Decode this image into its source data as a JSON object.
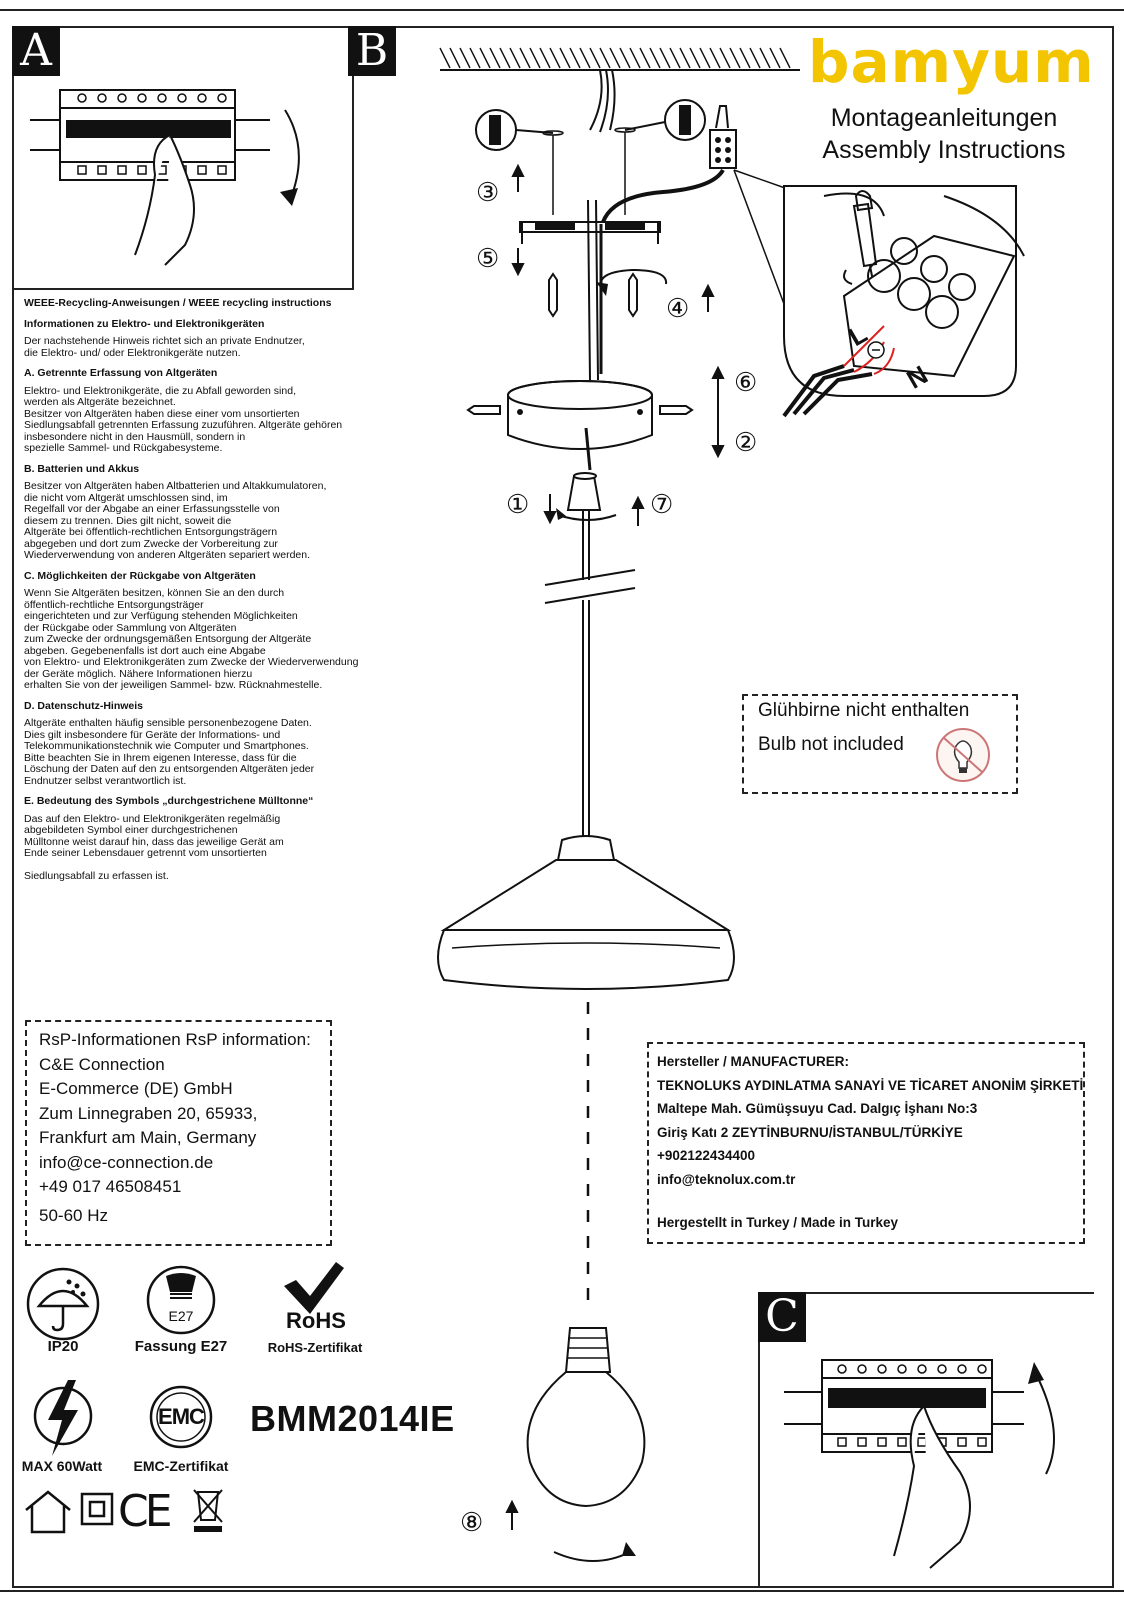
{
  "brand": {
    "logo": "bamyum",
    "subtitle_de": "Montageanleitungen",
    "subtitle_en": "Assembly Instructions",
    "logo_color": "#f2c500"
  },
  "panels": {
    "a": "A",
    "b": "B",
    "c": "C"
  },
  "steps": [
    "①",
    "②",
    "③",
    "④",
    "⑤",
    "⑥",
    "⑦",
    "⑧"
  ],
  "wiring_labels": {
    "live": "L",
    "neutral": "N"
  },
  "weee": {
    "title": "WEEE-Recycling-Anweisungen / WEEE recycling instructions",
    "subtitle": "Informationen zu Elektro- und Elektronikgeräten",
    "intro": "Der nachstehende Hinweis richtet sich an private Endnutzer,\n die Elektro- und/ oder Elektronikgeräte nutzen.",
    "sections": [
      {
        "heading": "A. Getrennte Erfassung von Altgeräten",
        "text": "Elektro- und Elektronikgeräte, die zu Abfall geworden sind,\n werden als Altgeräte bezeichnet.\nBesitzer von Altgeräten haben diese einer vom unsortierten\nSiedlungsabfall getrennten Erfassung zuzuführen. Altgeräte gehören\ninsbesondere nicht in den Hausmüll, sondern in\nspezielle Sammel- und Rückgabesysteme."
      },
      {
        "heading": "B. Batterien und Akkus",
        "text": "Besitzer von Altgeräten haben Altbatterien und Altakkumulatoren,\n die nicht vom Altgerät umschlossen sind, im\nRegelfall vor der Abgabe an einer Erfassungsstelle von\ndiesem zu trennen. Dies gilt nicht, soweit die\nAltgeräte bei öffentlich-rechtlichen Entsorgungsträgern\nabgegeben und dort zum Zwecke der Vorbereitung zur\nWiederverwendung von anderen Altgeräten separiert werden."
      },
      {
        "heading": "C. Möglichkeiten der Rückgabe von Altgeräten",
        "text": "Wenn Sie Altgeräten besitzen, können Sie an den durch\nöffentlich-rechtliche Entsorgungsträger\neingerichteten und zur Verfügung stehenden Möglichkeiten\nder Rückgabe oder Sammlung von Altgeräten\n zum Zwecke der ordnungsgemäßen Entsorgung der Altgeräte\nabgeben. Gegebenenfalls ist dort auch eine Abgabe\n von Elektro- und Elektronikgeräten zum Zwecke der Wiederverwendung\nder Geräte möglich. Nähere Informationen hierzu\nerhalten Sie von der jeweiligen Sammel- bzw. Rücknahmestelle."
      },
      {
        "heading": "D. Datenschutz-Hinweis",
        "text": "Altgeräte enthalten häufig sensible personenbezogene Daten.\nDies gilt insbesondere für Geräte der Informations- und\nTelekommunikationstechnik wie Computer und Smartphones.\n Bitte beachten Sie in Ihrem eigenen Interesse, dass für die\nLöschung der Daten auf den zu entsorgenden Altgeräten jeder\nEndnutzer selbst verantwortlich ist."
      },
      {
        "heading": "E. Bedeutung des Symbols „durchgestrichene Mülltonne“",
        "text": "Das auf den Elektro- und Elektronikgeräten regelmäßig\n abgebildeten Symbol einer durchgestrichenen\nMülltonne weist darauf hin, dass das jeweilige Gerät am\nEnde seiner Lebensdauer getrennt vom unsortierten\n\nSiedlungsabfall zu erfassen ist."
      }
    ]
  },
  "bulb_notice": {
    "de": "Glühbirne nicht enthalten",
    "en": "Bulb not included"
  },
  "rsp": {
    "title": "RsP-Informationen RsP information:",
    "lines": [
      "C&E Connection",
      "E-Commerce (DE) GmbH",
      "Zum Linnegraben 20, 65933,",
      "Frankfurt am Main, Germany",
      "info@ce-connection.de",
      "+49 017 46508451",
      "50-60 Hz"
    ]
  },
  "manufacturer": {
    "title": "Hersteller / MANUFACTURER:",
    "lines": [
      "TEKNOLUKS AYDINLATMA SANAYİ VE TİCARET ANONİM ŞİRKETİ",
      "Maltepe Mah. Gümüşsuyu Cad. Dalgıç İşhanı No:3",
      "Giriş Katı 2 ZEYTİNBURNU/İSTANBUL/TÜRKİYE",
      "+902122434400",
      "info@teknolux.com.tr"
    ],
    "made_in": "Hergestellt in Turkey / Made in Turkey"
  },
  "badges": {
    "ip": {
      "icon": "umbrella-rain-icon",
      "label": "IP20"
    },
    "socket": {
      "icon": "e27-socket-icon",
      "inner": "E27",
      "label": "Fassung E27"
    },
    "rohs": {
      "icon": "rohs-check-icon",
      "inner": "RoHS",
      "label": "RoHS-Zertifikat"
    },
    "watt": {
      "icon": "lightning-icon",
      "label": "MAX 60Watt"
    },
    "emc": {
      "icon": "emc-icon",
      "inner": "EMC",
      "label": "EMC-Zertifikat"
    },
    "ce": "CE"
  },
  "model": "BMM2014IE"
}
